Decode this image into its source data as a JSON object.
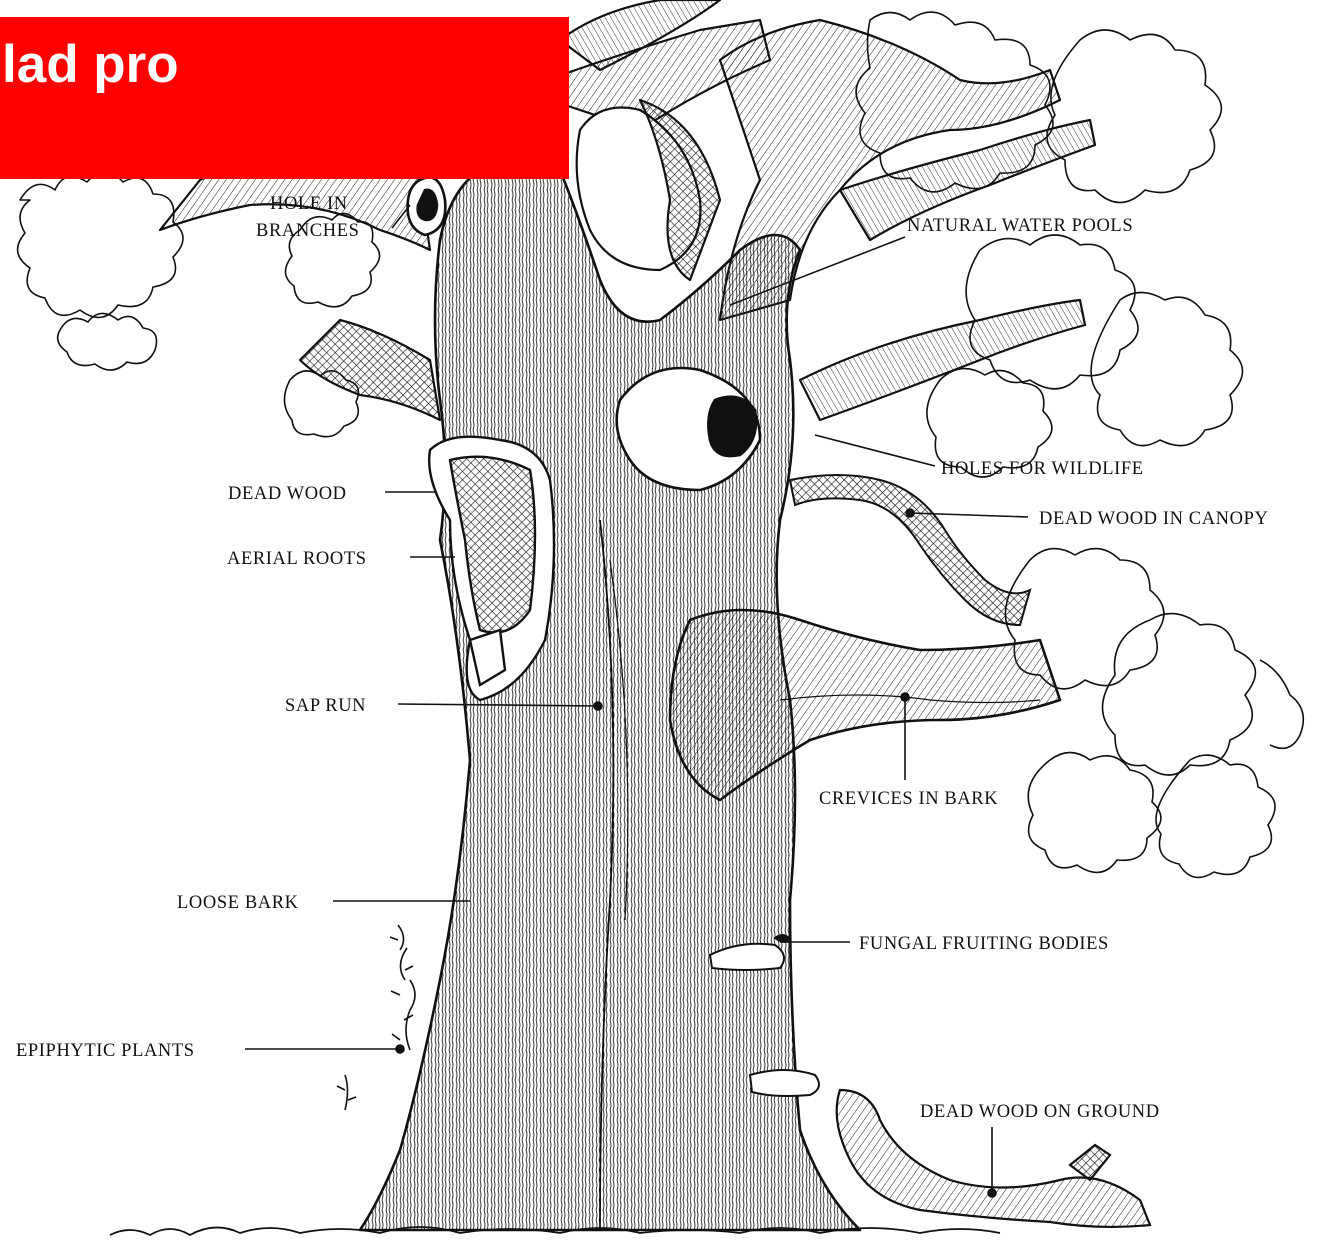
{
  "banner": {
    "text": "lad pro",
    "color": "#ff0000"
  },
  "labels": {
    "hole_in_branches_1": "HOLE IN",
    "hole_in_branches_2": "BRANCHES",
    "natural_water_pools": "NATURAL WATER POOLS",
    "holes_for_wildlife": "HOLES FOR WILDLIFE",
    "dead_wood": "DEAD WOOD",
    "dead_wood_in_canopy": "DEAD WOOD IN CANOPY",
    "aerial_roots": "AERIAL ROOTS",
    "sap_run": "SAP RUN",
    "crevices_in_bark": "CREVICES IN BARK",
    "loose_bark": "LOOSE BARK",
    "fungal_fruiting_bodies": "FUNGAL FRUITING BODIES",
    "epiphytic_plants": "EPIPHYTIC PLANTS",
    "dead_wood_on_ground": "DEAD WOOD ON GROUND"
  }
}
